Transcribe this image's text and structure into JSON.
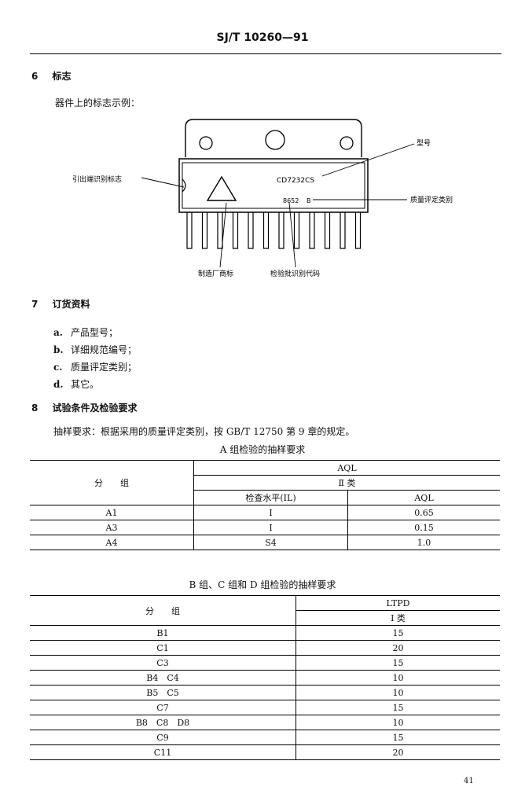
{
  "header": {
    "title": "SJ/T 10260—91"
  },
  "section6": {
    "number": "6",
    "title": "标志",
    "intro": "器件上的标志示例：",
    "diagram": {
      "label_model": "型号",
      "label_pin_mark": "引出端识别标志",
      "label_quality": "质量评定类别",
      "label_maker": "制造厂商标",
      "label_batch": "检验批识别代码",
      "chip_model": "CD7232CS",
      "chip_code": "8652",
      "chip_grade": "B"
    }
  },
  "section7": {
    "number": "7",
    "title": "订货资料",
    "items": [
      {
        "letter": "a.",
        "text": "产品型号；"
      },
      {
        "letter": "b.",
        "text": "详细规范编号；"
      },
      {
        "letter": "c.",
        "text": "质量评定类别；"
      },
      {
        "letter": "d.",
        "text": "其它。"
      }
    ]
  },
  "section8": {
    "number": "8",
    "title": "试验条件及检验要求",
    "para": "抽样要求：根据采用的质量评定类别，按 GB/T 12750 第 9 章的规定。"
  },
  "tableA": {
    "caption": "A 组检验的抽样要求",
    "group_header": "分　　组",
    "aql_header": "AQL",
    "class_header": "Ⅱ 类",
    "level_header": "检查水平(IL)",
    "aql_sub": "AQL",
    "rows": [
      {
        "group": "A1",
        "level": "Ⅰ",
        "aql": "0.65"
      },
      {
        "group": "A3",
        "level": "Ⅰ",
        "aql": "0.15"
      },
      {
        "group": "A4",
        "level": "S4",
        "aql": "1.0"
      }
    ]
  },
  "tableB": {
    "caption": "B 组、C 组和 D 组检验的抽样要求",
    "group_header": "分　　组",
    "ltpd_header": "LTPD",
    "class_header": "Ⅰ 类",
    "rows": [
      {
        "group": "B1",
        "ltpd": "15"
      },
      {
        "group": "C1",
        "ltpd": "20"
      },
      {
        "group": "C3",
        "ltpd": "15"
      },
      {
        "group": "B4　C4",
        "ltpd": "10"
      },
      {
        "group": "B5　C5",
        "ltpd": "10"
      },
      {
        "group": "C7",
        "ltpd": "15"
      },
      {
        "group": "B8　C8　D8",
        "ltpd": "10"
      },
      {
        "group": "C9",
        "ltpd": "15"
      },
      {
        "group": "C11",
        "ltpd": "20"
      }
    ]
  },
  "footer": {
    "page": "41"
  }
}
